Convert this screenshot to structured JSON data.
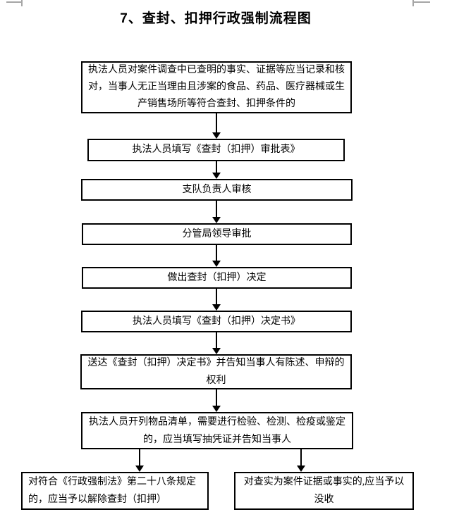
{
  "page": {
    "title": "7、查封、扣押行政强制流程图"
  },
  "flowchart": {
    "steps": [
      {
        "id": "step-1",
        "text": "执法人员对案件调查中已查明的事实、证据等应当记录和核对，当事人无正当理由且涉案的食品、药品、医疗器械或生产销售场所等符合查封、扣押条件的"
      },
      {
        "id": "step-2",
        "text": "执法人员填写《查封（扣押）审批表》"
      },
      {
        "id": "step-3",
        "text": "支队负责人审核"
      },
      {
        "id": "step-4",
        "text": "分管局领导审批"
      },
      {
        "id": "step-5",
        "text": "做出查封（扣押）决定"
      },
      {
        "id": "step-6",
        "text": "执法人员填写《查封（扣押）决定书》"
      },
      {
        "id": "step-7",
        "text": "送达《查封（扣押）决定书》并告知当事人有陈述、申辩的权利"
      },
      {
        "id": "step-8",
        "text": "执法人员开列物品清单，需要进行检验、检测、检疫或鉴定的，应当填写抽凭证并告知当事人"
      },
      {
        "id": "outcome-left",
        "text": "对符合《行政强制法》第二十八条规定的，应当予以解除查封（扣押）"
      },
      {
        "id": "outcome-right",
        "text": "对查实为案件证据或事实的,应当予以没收"
      }
    ]
  },
  "colors": {
    "background": "#ffffff",
    "text": "#000000",
    "box_border": "#000000",
    "arrow": "#000000",
    "corner_mark": "#a6a6a6"
  }
}
